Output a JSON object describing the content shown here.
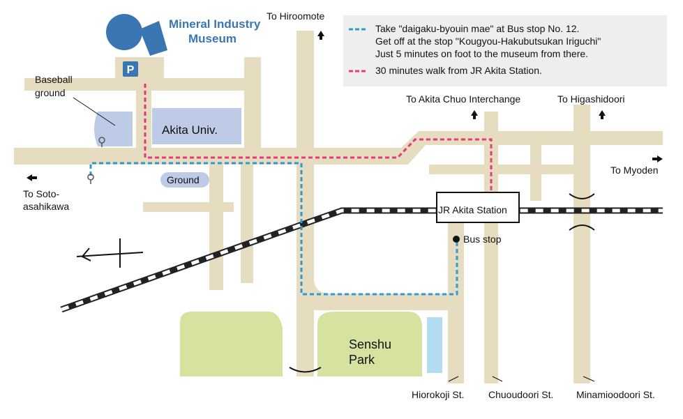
{
  "museum": {
    "name_line1": "Mineral Industry",
    "name_line2": "Museum",
    "parking_symbol": "P"
  },
  "legend": {
    "bus_line1": "Take \"daigaku-byouin mae\" at Bus stop No. 12.",
    "bus_line2": "Get off at the stop \"Kougyou-Hakubutsukan Iriguchi\"",
    "bus_line3": "Just 5 minutes on foot to the museum from there.",
    "walk_line": "30 minutes walk from JR Akita Station."
  },
  "directions": {
    "hiroomote": "To Hiroomote",
    "akita_chuo": "To Akita Chuo Interchange",
    "higashidoori": "To Higashidoori",
    "myoden": "To Myoden",
    "soto_line1": "To Soto-",
    "soto_line2": "asahikawa"
  },
  "places": {
    "baseball_line1": "Baseball",
    "baseball_line2": "ground",
    "university": "Akita Univ.",
    "ground": "Ground",
    "station": "JR Akita Station",
    "bus_stop": "Bus stop",
    "park_line1": "Senshu",
    "park_line2": "Park"
  },
  "streets": {
    "hiorokoji": "Hiorokoji St.",
    "chuoudoori": "Chuoudoori St.",
    "minamioodoori": "Minamioodoori St."
  },
  "colors": {
    "road": "#e6dcbf",
    "bus_route": "#2e9ad6",
    "walk_route": "#e43a76",
    "logo": "#3a76b4",
    "park": "#d6e3a0",
    "university": "#bdcbe6",
    "water": "#b4dcf0"
  }
}
